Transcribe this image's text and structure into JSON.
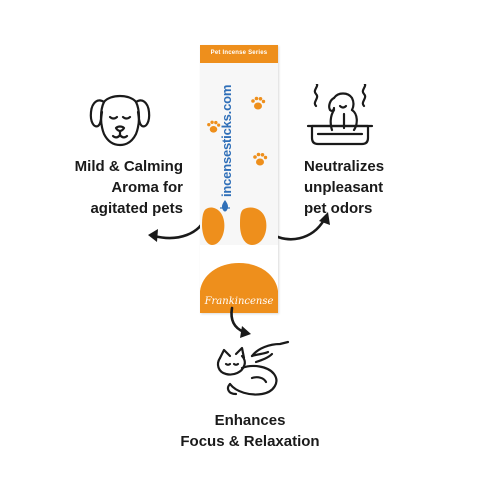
{
  "product": {
    "series_label": "Pet Incense Series",
    "brand": "incensesticks",
    "brand_domain": ".com",
    "flavor": "Frankincense",
    "accent_color": "#ee8f1c",
    "brand_color": "#2f6fb8"
  },
  "benefits": {
    "left": {
      "icon": "dog-face-icon",
      "lines": [
        "Mild & Calming",
        "Aroma for",
        "agitated pets"
      ]
    },
    "right": {
      "icon": "dog-in-basket-icon",
      "lines": [
        "Neutralizes",
        "unpleasant",
        "pet odors"
      ]
    },
    "bottom": {
      "icon": "petting-cat-icon",
      "lines": [
        "Enhances",
        "Focus & Relaxation"
      ]
    }
  }
}
